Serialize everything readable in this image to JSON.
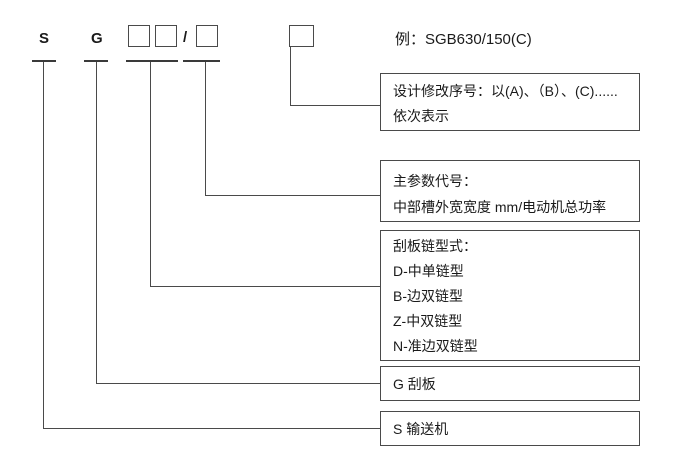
{
  "formula": {
    "letter_s": "S",
    "letter_g": "G",
    "slash": "/",
    "example": "例：SGB630/150(C)"
  },
  "explanations": {
    "revision": {
      "line1": "设计修改序号：以(A)、（B）、(C)......",
      "line2": "依次表示"
    },
    "main_param": {
      "line1": "主参数代号：",
      "line2": "中部槽外宽宽度  mm/电动机总功率"
    },
    "chain_type": {
      "title": "刮板链型式：",
      "items": [
        "D-中单链型",
        "B-边双链型",
        "Z-中双链型",
        "N-准边双链型"
      ]
    },
    "g_label": "G 刮板",
    "s_label": "S 输送机"
  }
}
